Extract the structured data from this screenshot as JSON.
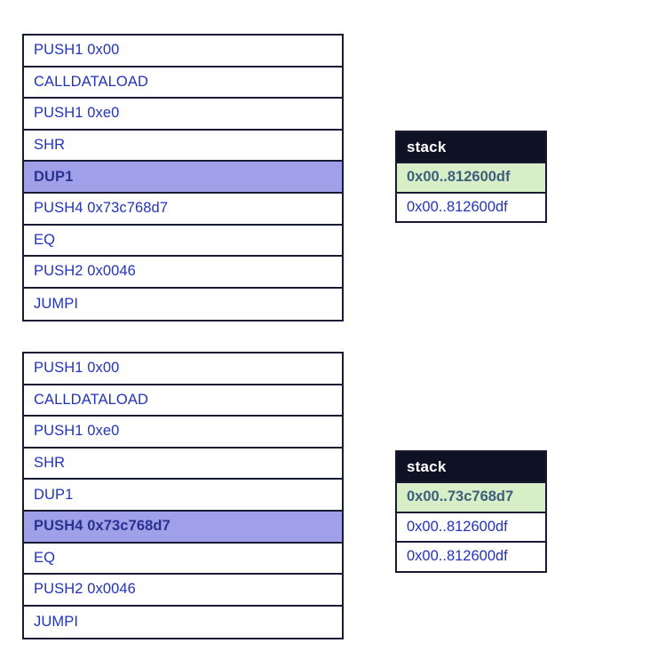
{
  "colors": {
    "instruction_text": "#2233bb",
    "highlight_background": "#a0a0e8",
    "stack_header_background": "#0f1224",
    "stack_header_text": "#ffffff",
    "top_of_stack_background": "#d8eec6",
    "top_of_stack_text": "#3d5f7d",
    "border": "#161a32",
    "panel_background": "#ffffff"
  },
  "panels": [
    {
      "name": "step-1",
      "instructions": [
        {
          "label": "PUSH1 0x00",
          "highlighted": false
        },
        {
          "label": "CALLDATALOAD",
          "highlighted": false
        },
        {
          "label": "PUSH1 0xe0",
          "highlighted": false
        },
        {
          "label": "SHR",
          "highlighted": false
        },
        {
          "label": "DUP1",
          "highlighted": true
        },
        {
          "label": "PUSH4 0x73c768d7",
          "highlighted": false
        },
        {
          "label": "EQ",
          "highlighted": false
        },
        {
          "label": "PUSH2 0x0046",
          "highlighted": false
        },
        {
          "label": "JUMPI",
          "highlighted": false
        }
      ],
      "stack": {
        "title": "stack",
        "entries": [
          {
            "value": "0x00..812600df",
            "top": true
          },
          {
            "value": "0x00..812600df",
            "top": false
          }
        ]
      }
    },
    {
      "name": "step-2",
      "instructions": [
        {
          "label": "PUSH1 0x00",
          "highlighted": false
        },
        {
          "label": "CALLDATALOAD",
          "highlighted": false
        },
        {
          "label": "PUSH1 0xe0",
          "highlighted": false
        },
        {
          "label": "SHR",
          "highlighted": false
        },
        {
          "label": "DUP1",
          "highlighted": false
        },
        {
          "label": "PUSH4 0x73c768d7",
          "highlighted": true
        },
        {
          "label": "EQ",
          "highlighted": false
        },
        {
          "label": "PUSH2 0x0046",
          "highlighted": false
        },
        {
          "label": "JUMPI",
          "highlighted": false
        }
      ],
      "stack": {
        "title": "stack",
        "entries": [
          {
            "value": "0x00..73c768d7",
            "top": true
          },
          {
            "value": "0x00..812600df",
            "top": false
          },
          {
            "value": "0x00..812600df",
            "top": false
          }
        ]
      }
    }
  ]
}
